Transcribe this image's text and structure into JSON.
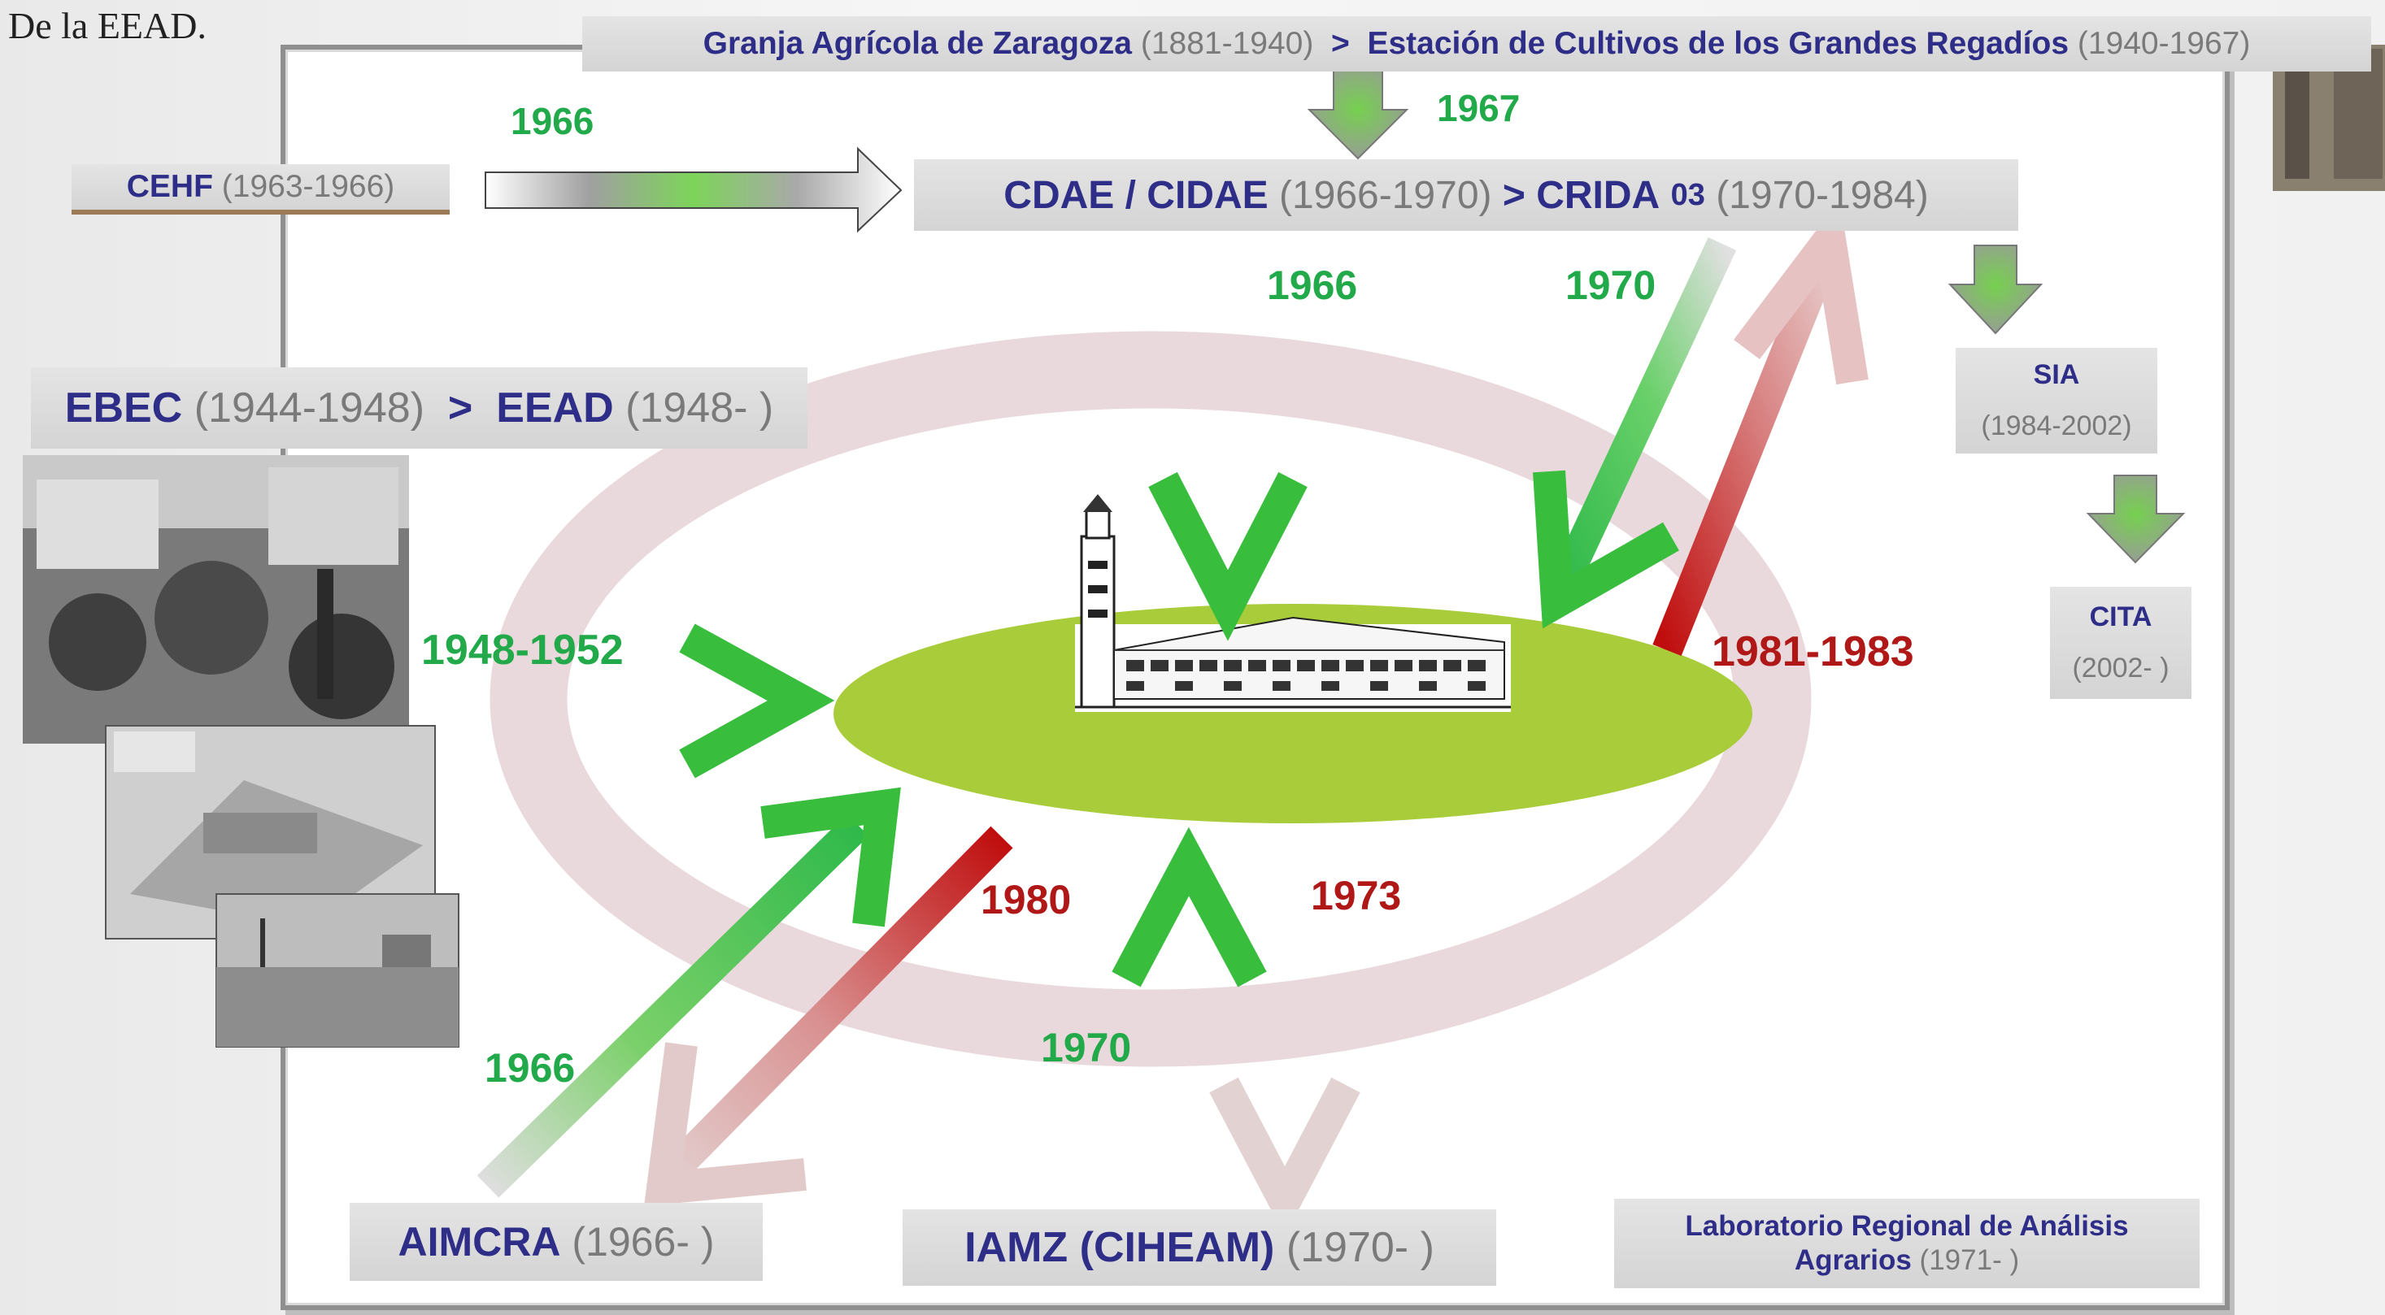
{
  "caption": "De la EEAD.",
  "header": {
    "name1": "Granja Agrícola de Zaragoza",
    "years1": "(1881-1940)",
    "sep": ">",
    "name2": "Estación de Cultivos de los Grandes Regadíos",
    "years2": "(1940-1967)"
  },
  "cehf": {
    "name": "CEHF",
    "years": "(1963-1966)"
  },
  "cdae": {
    "name1": "CDAE / CIDAE",
    "years1": "(1966-1970)",
    "sep": ">",
    "name2": "CRIDA",
    "num": "03",
    "years2": "(1970-1984)"
  },
  "ebec": {
    "name1": "EBEC",
    "years1": "(1944-1948)",
    "sep": ">",
    "name2": "EEAD",
    "years2": "(1948-  )"
  },
  "sia": {
    "name": "SIA",
    "years": "(1984-2002)"
  },
  "cita": {
    "name": "CITA",
    "years": "(2002-  )"
  },
  "aimcra": {
    "name": "AIMCRA",
    "years": "(1966-  )"
  },
  "iamz": {
    "name": "IAMZ (CIHEAM)",
    "years": "(1970-  )"
  },
  "lab": {
    "line1": "Laboratorio Regional de Análisis",
    "line2": "Agrarios",
    "years": "(1971-  )"
  },
  "labels": {
    "y1966_cehf": "1966",
    "y1967": "1967",
    "y1966_cdae": "1966",
    "y1970_crida": "1970",
    "y1948": "1948-1952",
    "y1981": "1981-1983",
    "y1980": "1980",
    "y1973": "1973",
    "y1966_aimcra": "1966",
    "y1970_iamz": "1970"
  },
  "colors": {
    "green": "#21a94a",
    "red": "#b01818",
    "navy": "#2e2d87",
    "ellipse": "#a8cc3a",
    "ring": "#ead9dc"
  }
}
